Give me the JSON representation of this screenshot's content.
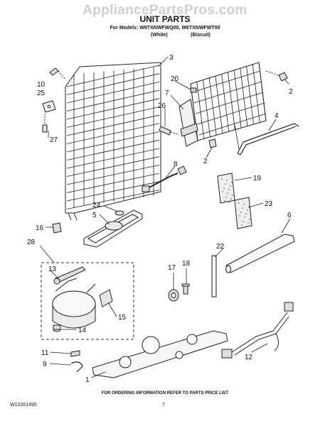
{
  "header": {
    "watermark": "AppliancePartsPros.com",
    "title": "UNIT PARTS",
    "models": "For Models: W6TXNWFWQ00, W6TXNWFWT00",
    "variant_white": "(White)",
    "variant_biscuit": "(Biscuit)"
  },
  "callouts": [
    "3",
    "10",
    "25",
    "27",
    "20",
    "7",
    "26",
    "2",
    "2",
    "4",
    "8",
    "19",
    "23",
    "24",
    "5",
    "16",
    "6",
    "28",
    "22",
    "13",
    "17",
    "18",
    "15",
    "14",
    "11",
    "9",
    "1",
    "12"
  ],
  "footer": {
    "ordering_note": "FOR ORDERING INFORMATION REFER TO PARTS PRICE LIST",
    "doc_number": "W10261495",
    "page_number": "7"
  }
}
